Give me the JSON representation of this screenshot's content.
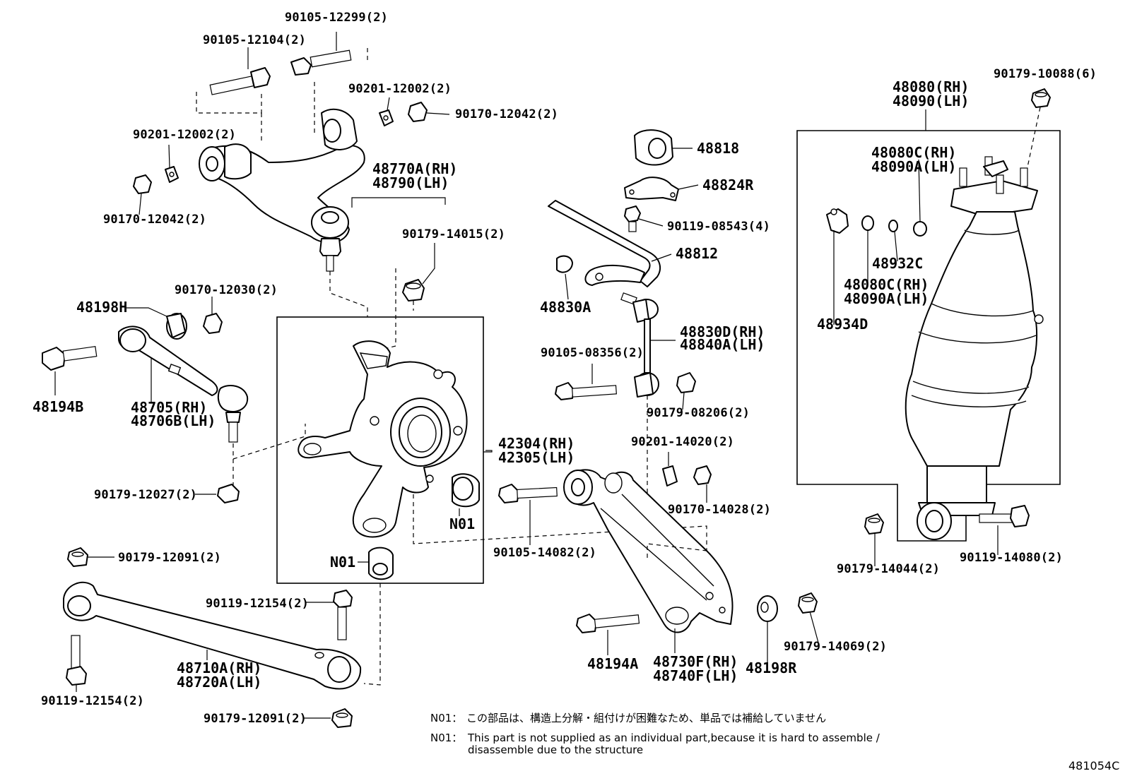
{
  "labels": {
    "p90105_12299": "90105-12299(2)",
    "p90105_12104": "90105-12104(2)",
    "p90201_12002_top": "90201-12002(2)",
    "p90170_12042_top": "90170-12042(2)",
    "p90201_12002_left": "90201-12002(2)",
    "p48770A": "48770A(RH)",
    "p48790": "48790(LH)",
    "p90170_12042_left": "90170-12042(2)",
    "p90179_14015": "90179-14015(2)",
    "p90170_12030": "90170-12030(2)",
    "p48198H": "48198H",
    "p48194B": "48194B",
    "p48705": "48705(RH)",
    "p48706B": "48706B(LH)",
    "p90179_12027": "90179-12027(2)",
    "p90179_12091_top": "90179-12091(2)",
    "pN01_a": "N01",
    "pN01_b": "N01",
    "p42304": "42304(RH)",
    "p42305": "42305(LH)",
    "p90119_12154_mid": "90119-12154(2)",
    "p48710A": "48710A(RH)",
    "p48720A": "48720A(LH)",
    "p90119_12154_low": "90119-12154(2)",
    "p90179_12091_low": "90179-12091(2)",
    "p48818": "48818",
    "p48824R": "48824R",
    "p90119_08543": "90119-08543(4)",
    "p48812": "48812",
    "p48830A": "48830A",
    "p48830D": "48830D(RH)",
    "p48840A": "48840A(LH)",
    "p90105_08356": "90105-08356(2)",
    "p90179_08206": "90179-08206(2)",
    "p90201_14020": "90201-14020(2)",
    "p90170_14028": "90170-14028(2)",
    "p90105_14082": "90105-14082(2)",
    "p48194A": "48194A",
    "p48730F": "48730F(RH)",
    "p48740F": "48740F(LH)",
    "p48198R": "48198R",
    "p90179_14069": "90179-14069(2)",
    "p90179_10088": "90179-10088(6)",
    "p48080": "48080(RH)",
    "p48090": "48090(LH)",
    "p48080C_top": "48080C(RH)",
    "p48090A_top": "48090A(LH)",
    "p48932C": "48932C",
    "p48080C_mid": "48080C(RH)",
    "p48090A_mid": "48090A(LH)",
    "p48934D": "48934D",
    "p90179_14044": "90179-14044(2)",
    "p90119_14080": "90119-14080(2)"
  },
  "notes": {
    "jp_code": "N01：",
    "jp_text": "この部品は、構造上分解・組付けが困難なため、単品では補給していません",
    "en_code": "N01：",
    "en_line1": "This part is not supplied as an individual part,because it is hard to assemble /",
    "en_line2": "disassemble due to the structure"
  },
  "figure_ref": "481054C"
}
